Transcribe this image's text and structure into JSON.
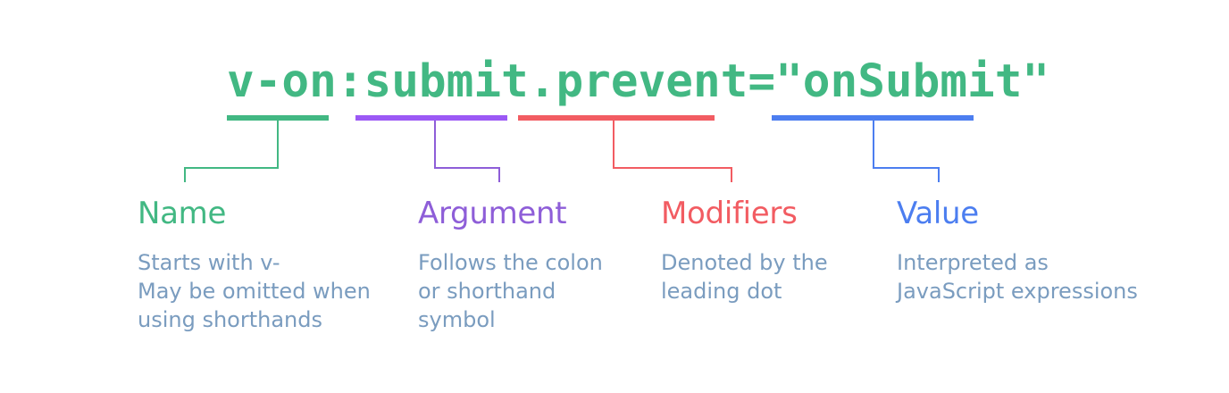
{
  "code": "v-on:submit.prevent=\"onSubmit\"",
  "colors": {
    "name": "#42b883",
    "argument": "#8e5ed8",
    "modifiers": "#f25c62",
    "value": "#4c7ef0",
    "description": "#7a9cbf"
  },
  "parts": {
    "name": {
      "title": "Name",
      "description": "Starts with v-\nMay be omitted when\nusing shorthands"
    },
    "argument": {
      "title": "Argument",
      "description": "Follows the colon\nor shorthand\nsymbol"
    },
    "modifiers": {
      "title": "Modifiers",
      "description": "Denoted by the\nleading dot"
    },
    "value": {
      "title": "Value",
      "description": "Interpreted as\nJavaScript expressions"
    }
  }
}
